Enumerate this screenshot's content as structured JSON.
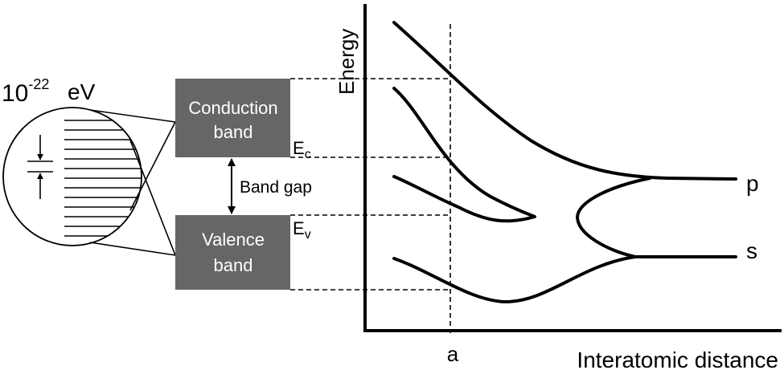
{
  "left_panel": {
    "scale_prefix": "10",
    "scale_exponent": "-22",
    "scale_unit": "eV"
  },
  "bands": {
    "conduction_line1": "Conduction",
    "conduction_line2": "band",
    "gap_label": "Band gap",
    "valence_line1": "Valence",
    "valence_line2": "band",
    "ec_main": "E",
    "ec_sub": "c",
    "ev_main": "E",
    "ev_sub": "v",
    "box_color": "#666666"
  },
  "plot": {
    "y_axis_label": "Energy",
    "x_axis_label": "Interatomic distance",
    "a_label": "a",
    "p_label": "p",
    "s_label": "s"
  }
}
